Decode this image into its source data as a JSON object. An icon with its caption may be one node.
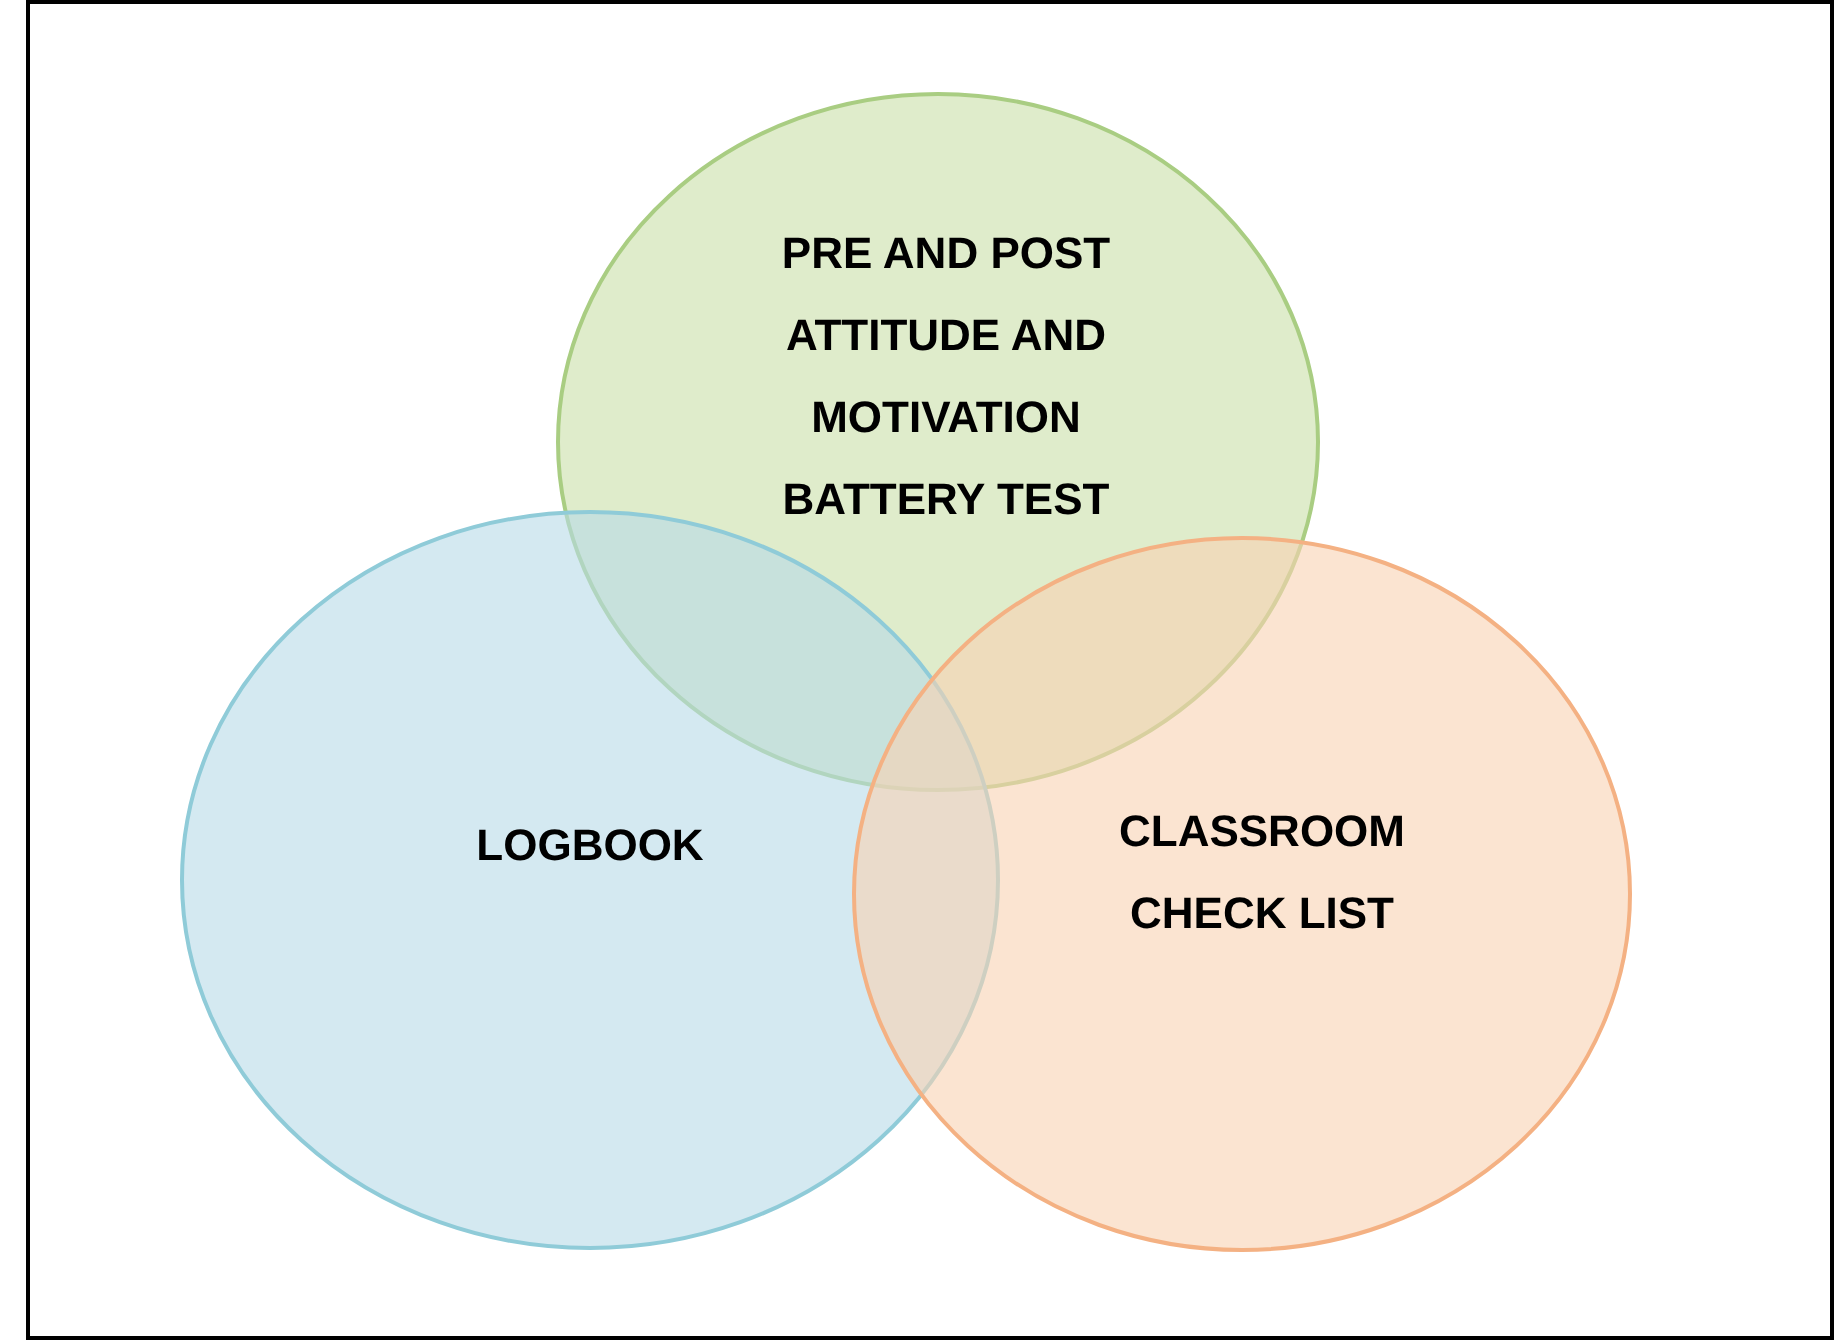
{
  "diagram": {
    "nodes": [
      {
        "text": [
          "PRE AND POST ATTITUDE AND MOTIVATION BATTERY TEST"
        ]
      },
      {
        "text": [
          "LOGBOOK"
        ]
      },
      {
        "text": [
          "CLASSROOM CHECK LIST"
        ]
      }
    ]
  }
}
